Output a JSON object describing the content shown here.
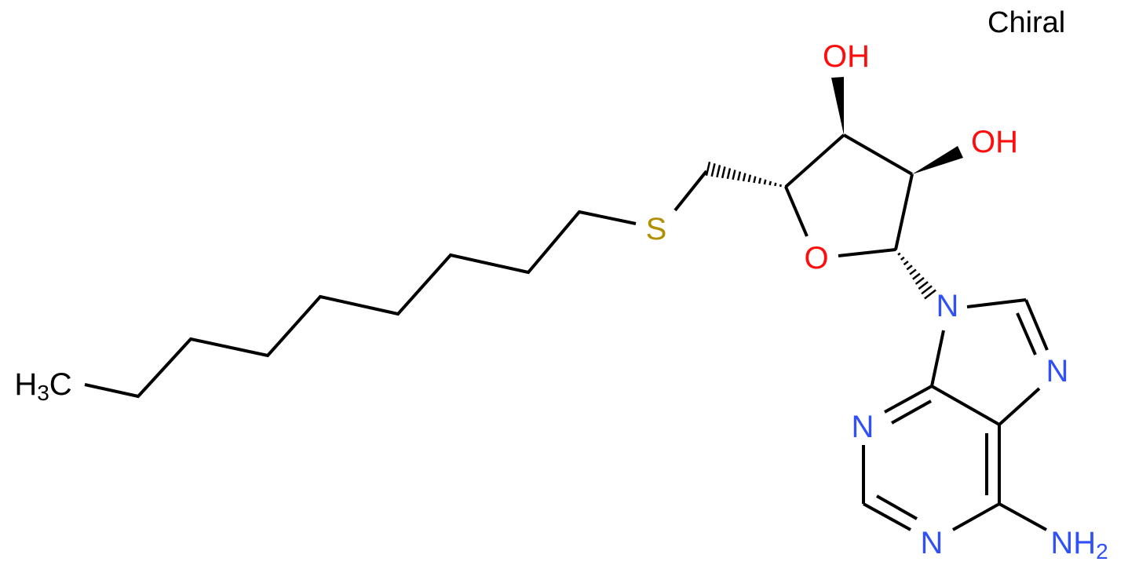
{
  "chiral_label": "Chiral",
  "atoms": {
    "methyl": "H",
    "methyl_count": "3",
    "methyl_c": "C",
    "sulfur": "S",
    "ring_oxygen": "O",
    "oh_top": "OH",
    "oh_right": "OH",
    "n9": "N",
    "n7": "N",
    "n3": "N",
    "n1": "N",
    "amine": "NH",
    "amine_count": "2"
  },
  "colors": {
    "oxygen": "#ff0d0d",
    "nitrogen": "#3050f8",
    "sulfur": "#b08f00",
    "bond": "#000000"
  }
}
